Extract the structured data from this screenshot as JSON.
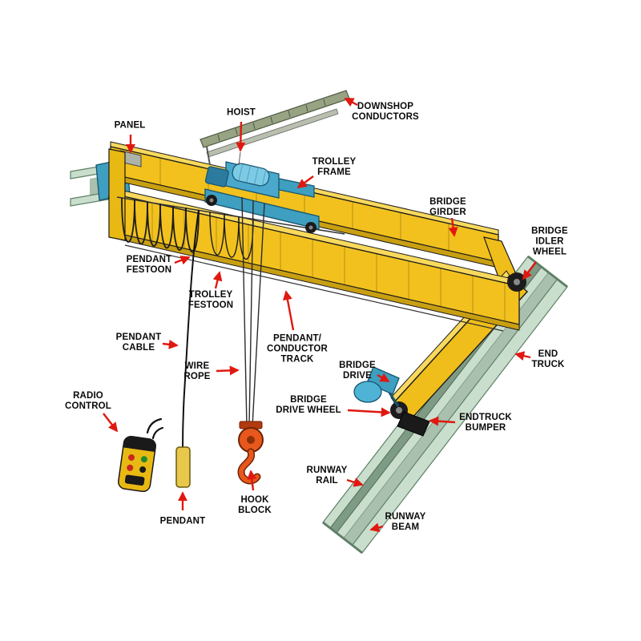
{
  "colors": {
    "girder_yellow": "#F2C11E",
    "girder_shadow": "#C99F12",
    "girder_highlight": "#F8D95C",
    "trolley_blue": "#3E9FC0",
    "hoist_blue": "#49A8CC",
    "drum_blue": "#7CCAE4",
    "runway_green": "#C9DECC",
    "rail_green": "#7E9C85",
    "hook_orange": "#E8581C",
    "remote_yellow": "#E8B913",
    "conductor_gray": "#97A383",
    "arrow_red": "#E01810",
    "label_color": "#0A0A0A"
  },
  "labels": [
    {
      "id": "panel",
      "text": "PANEL"
    },
    {
      "id": "hoist",
      "text": "HOIST"
    },
    {
      "id": "downshop-conductors",
      "text": "DOWNSHOP\nCONDUCTORS"
    },
    {
      "id": "trolley-frame",
      "text": "TROLLEY\nFRAME"
    },
    {
      "id": "bridge-girder",
      "text": "BRIDGE\nGIRDER"
    },
    {
      "id": "bridge-idler-wheel",
      "text": "BRIDGE\nIDLER\nWHEEL"
    },
    {
      "id": "pendant-festoon",
      "text": "PENDANT\nFESTOON"
    },
    {
      "id": "trolley-festoon",
      "text": "TROLLEY\nFESTOON"
    },
    {
      "id": "pendant-cable",
      "text": "PENDANT\nCABLE"
    },
    {
      "id": "wire-rope",
      "text": "WIRE\nROPE"
    },
    {
      "id": "pendant-conductor-track",
      "text": "PENDANT/\nCONDUCTOR\nTRACK"
    },
    {
      "id": "bridge-drive",
      "text": "BRIDGE\nDRIVE"
    },
    {
      "id": "bridge-drive-wheel",
      "text": "BRIDGE\nDRIVE WHEEL"
    },
    {
      "id": "end-truck",
      "text": "END\nTRUCK"
    },
    {
      "id": "endtruck-bumper",
      "text": "ENDTRUCK\nBUMPER"
    },
    {
      "id": "radio-control",
      "text": "RADIO\nCONTROL"
    },
    {
      "id": "pendant",
      "text": "PENDANT"
    },
    {
      "id": "hook-block",
      "text": "HOOK\nBLOCK"
    },
    {
      "id": "runway-rail",
      "text": "RUNWAY\nRAIL"
    },
    {
      "id": "runway-beam",
      "text": "RUNWAY\nBEAM"
    }
  ]
}
